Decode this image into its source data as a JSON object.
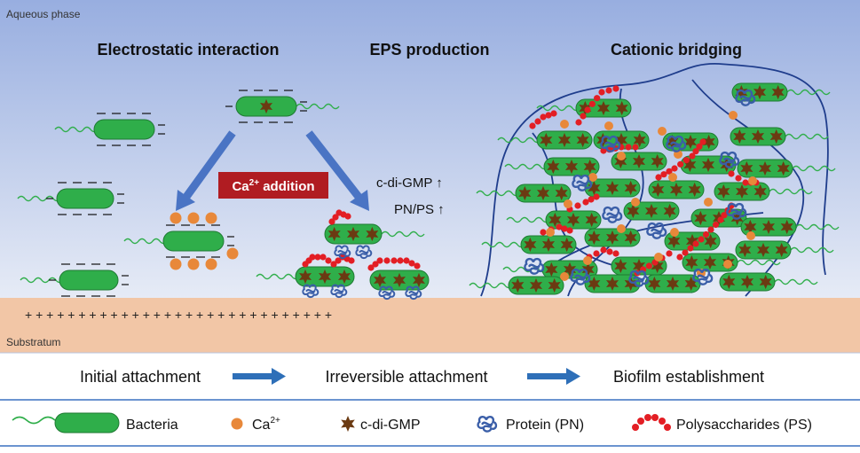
{
  "regions": {
    "top_label": "Aqueous phase",
    "bottom_label": "Substratum"
  },
  "headings": {
    "left": "Electrostatic interaction",
    "middle": "EPS production",
    "right": "Cationic bridging"
  },
  "callout": {
    "ca_prefix": "Ca",
    "ca_sup": "2+",
    "ca_suffix": " addition"
  },
  "indicators": {
    "cdigmp": "c-di-GMP ↑",
    "pnps": "PN/PS ↑"
  },
  "surface_charge": "+ + + + + + + + + + + + + + + + + + + + + + + + + + + + +",
  "stages": [
    "Initial attachment",
    "Irreversible attachment",
    "Biofilm establishment"
  ],
  "legend": {
    "bacteria": "Bacteria",
    "ca_base": "Ca",
    "ca_sup": "2+",
    "cdigmp": "c-di-GMP",
    "protein": "Protein (PN)",
    "polysaccharide": "Polysaccharides (PS)"
  },
  "colors": {
    "bacteria_fill": "#2fae4a",
    "flagellum": "#2fae4a",
    "calcium": "#e8883a",
    "star": "#6b3a12",
    "protein": "#3a5ea8",
    "polysaccharide": "#e31e24",
    "eps_line": "#1f3d8c",
    "arrow": "#4a74c4",
    "callout_bg": "#b01c22",
    "rule": "#3a70c0"
  }
}
